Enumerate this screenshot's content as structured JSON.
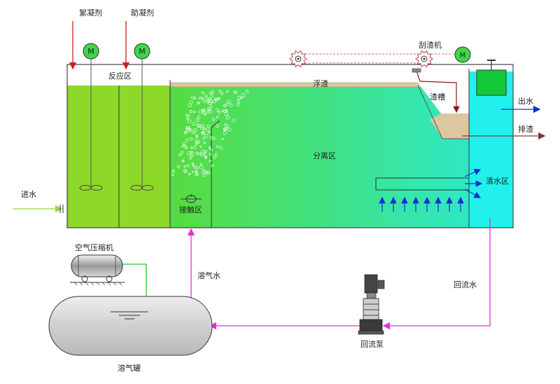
{
  "labels": {
    "flocculant": "絮凝剂",
    "coagulant_aid": "助凝剂",
    "reaction_zone": "反应区",
    "scraper": "刮渣机",
    "float_scum": "浮渣",
    "scum_trough": "渣槽",
    "water_out": "出水",
    "sludge_out": "排渣",
    "separation_zone": "分离区",
    "clear_water_zone": "清水区",
    "water_in": "进水",
    "contact_zone": "接触区",
    "air_compressor": "空气压缩机",
    "dissolved_air_water": "溶气水",
    "return_water": "回流水",
    "return_pump": "回流泵",
    "dissolved_air_tank": "溶气罐"
  },
  "motor_letter": "M",
  "colors": {
    "reaction_zone": "#8ed82a",
    "separation_start": "#56dc3e",
    "separation_end": "#2ee8c4",
    "clear_water": "#22f0ec",
    "scum": "#dcc8a0",
    "pipe_magenta": "#e030d8",
    "arrow_blue": "#1030d0",
    "motor_green": "#3cd848",
    "tank_gray": "#d4d4d4",
    "outlet_arrow": "#7a3a3a"
  }
}
